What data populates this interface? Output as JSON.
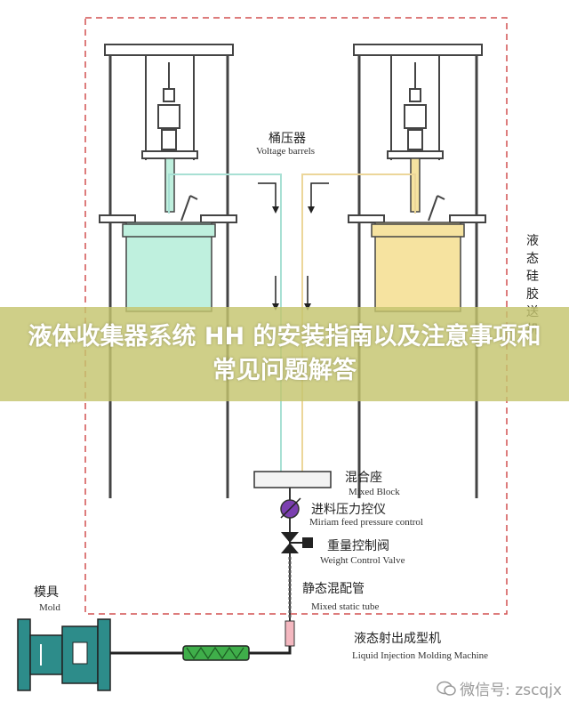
{
  "labels": {
    "barrel_cn": "桶压器",
    "barrel_en": "Voltage barrels",
    "feeder_cn": "液态硅胶送机",
    "mixblock_cn": "混合座",
    "mixblock_en": "Mixed Block",
    "pressure_cn": "进料压力控仪",
    "pressure_en": "Miriam feed pressure control",
    "weight_cn": "重量控制阀",
    "weight_en": "Weight Control Valve",
    "static_cn": "静态混配管",
    "static_en": "Mixed static tube",
    "mold_cn": "模具",
    "mold_en": "Mold",
    "machine_cn": "液态射出成型机",
    "machine_en": "Liquid Injection Molding Machine"
  },
  "banner": {
    "title": "液体收集器系统 HH 的安装指南以及注意事项和常见问题解答"
  },
  "watermark": {
    "text": "微信号: zscqjx"
  },
  "colors": {
    "left_tank": "#bff0de",
    "right_tank": "#f6e3a0",
    "frame_border": "#d25050",
    "banner": "#c4c46e",
    "valve_purple": "#7b3fb0",
    "static_tube_green": "#3fae4a"
  }
}
